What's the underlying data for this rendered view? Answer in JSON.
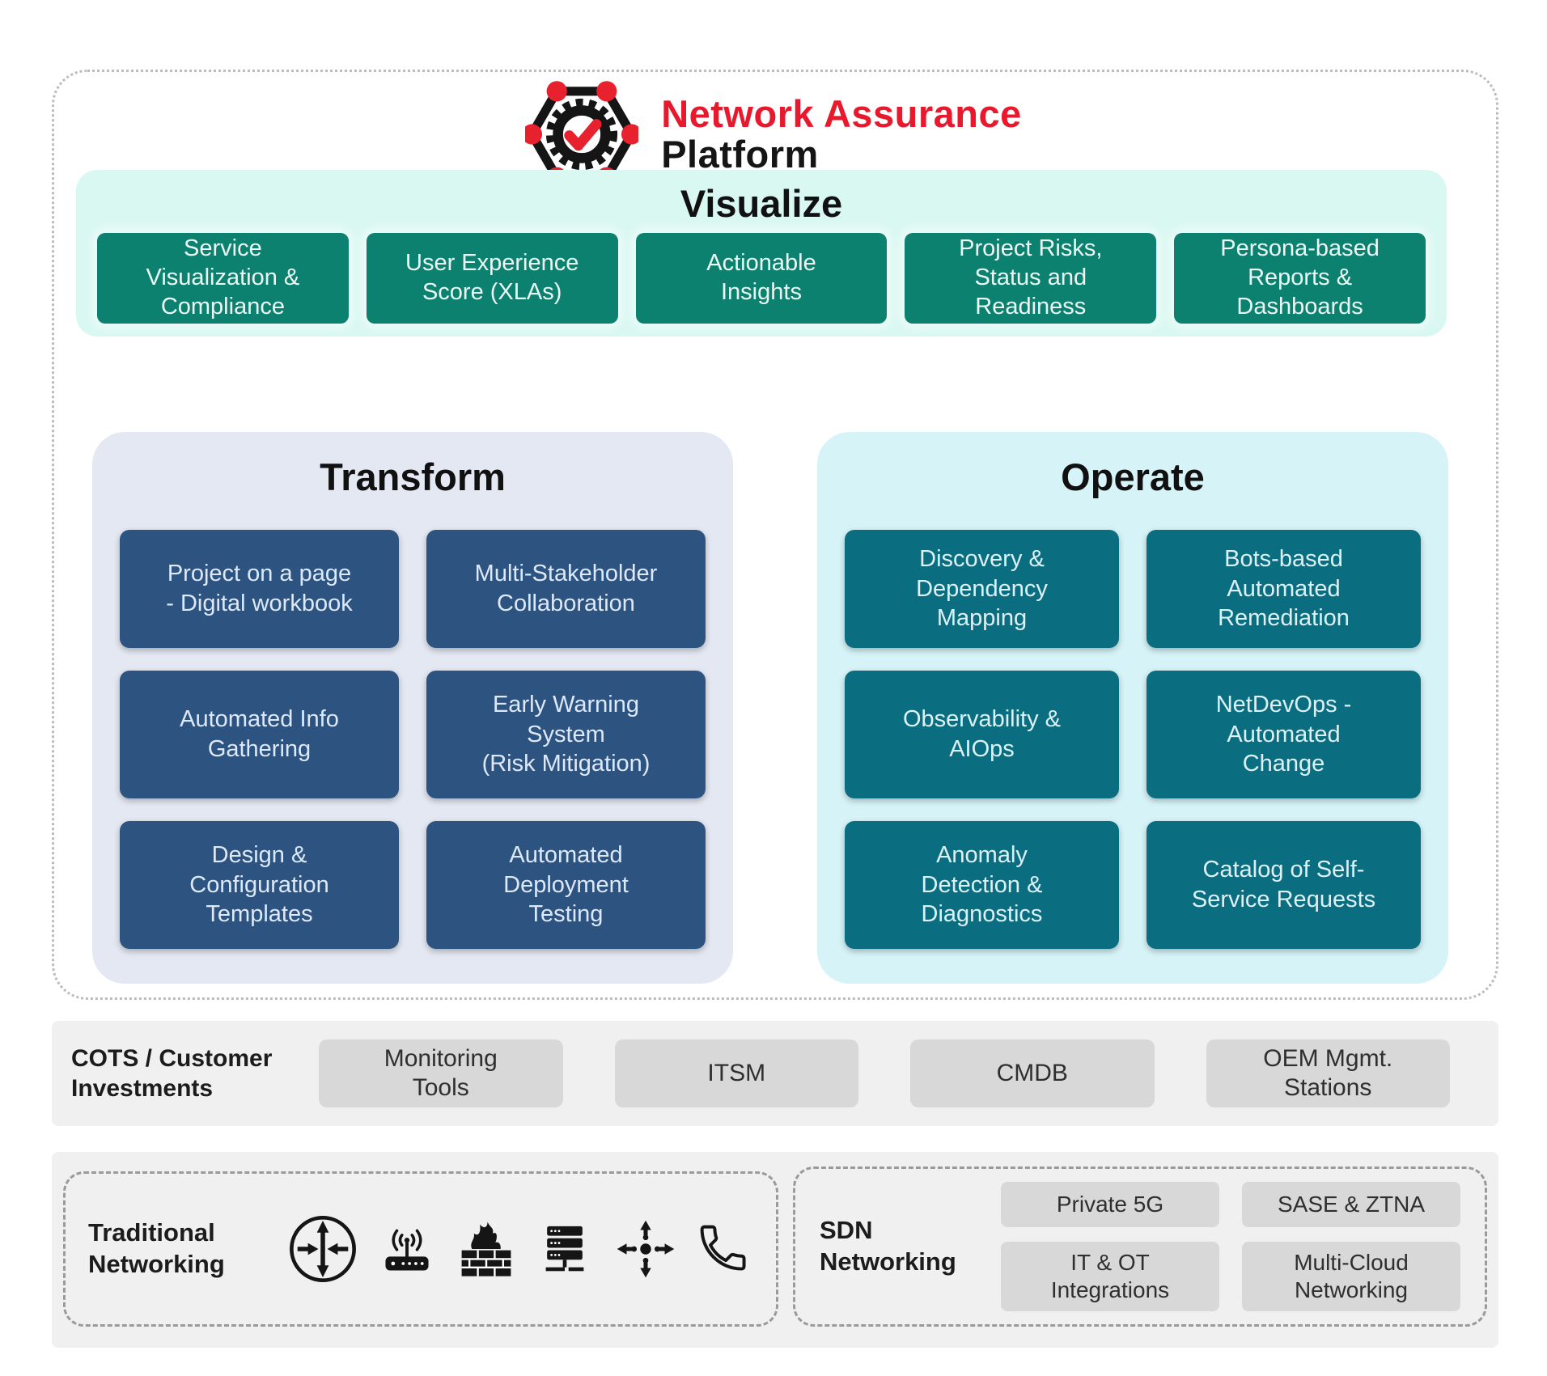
{
  "logo": {
    "icon": "network-assurance-logo",
    "title_line1": "Network Assurance",
    "title_line2": "Platform",
    "accent_red": "#e8192c"
  },
  "visualize": {
    "title": "Visualize",
    "bg": "#d9f8f1",
    "box_bg": "#0d8170",
    "items": [
      "Service\nVisualization &\nCompliance",
      "User Experience\nScore (XLAs)",
      "Actionable\nInsights",
      "Project Risks,\nStatus and\nReadiness",
      "Persona-based\nReports &\nDashboards"
    ]
  },
  "transform": {
    "title": "Transform",
    "bg": "#e4e8f2",
    "box_bg": "#2d5380",
    "items": [
      "Project on a page\n- Digital workbook",
      "Multi-Stakeholder\nCollaboration",
      "Automated Info\nGathering",
      "Early Warning\nSystem\n(Risk Mitigation)",
      "Design &\nConfiguration\nTemplates",
      "Automated\nDeployment\nTesting"
    ]
  },
  "operate": {
    "title": "Operate",
    "bg": "#d6f4f8",
    "box_bg": "#0a6e80",
    "items": [
      "Discovery &\nDependency\nMapping",
      "Bots-based\nAutomated\nRemediation",
      "Observability &\nAIOps",
      "NetDevOps -\nAutomated\nChange",
      "Anomaly\nDetection &\nDiagnostics",
      "Catalog of Self-\nService Requests"
    ]
  },
  "cots": {
    "label": "COTS / Customer\nInvestments",
    "box_bg": "#d8d8d8",
    "items": [
      "Monitoring\nTools",
      "ITSM",
      "CMDB",
      "OEM Mgmt.\nStations"
    ]
  },
  "traditional": {
    "label": "Traditional\nNetworking",
    "icons": [
      "router-icon",
      "wireless-ap-icon",
      "firewall-icon",
      "server-icon",
      "switch-icon",
      "phone-icon"
    ]
  },
  "sdn": {
    "label": "SDN\nNetworking",
    "items": [
      "Private 5G",
      "SASE & ZTNA",
      "IT & OT\nIntegrations",
      "Multi-Cloud\nNetworking"
    ]
  }
}
